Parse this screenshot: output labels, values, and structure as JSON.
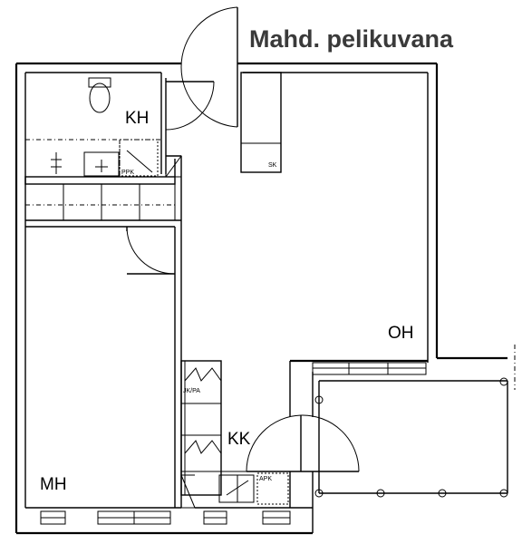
{
  "title": "Mahd. pelikuvana",
  "rooms": {
    "bathroom": "KH",
    "living_room": "OH",
    "kitchen": "KK",
    "bedroom": "MH"
  },
  "fixtures": {
    "wardrobe_sk": "SK",
    "dryer_cabinet": "PPK",
    "fridge_freezer": "JK/PA",
    "dish_cabinet": "APK"
  }
}
